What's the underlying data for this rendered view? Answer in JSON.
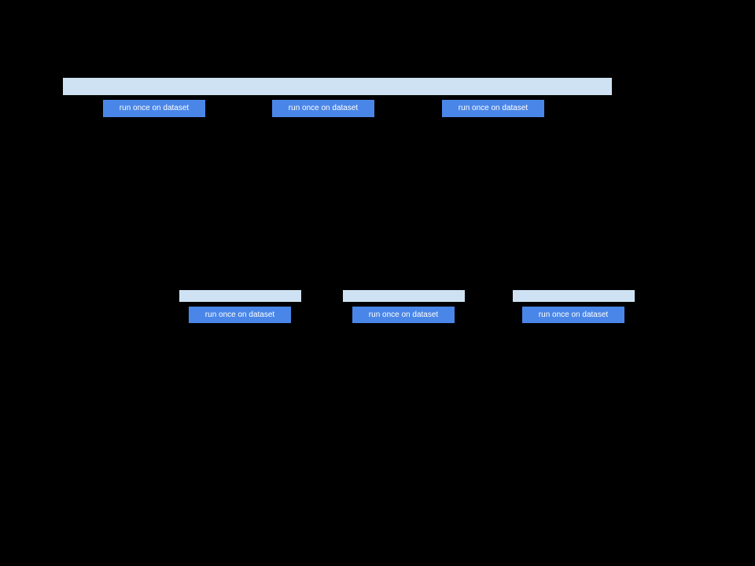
{
  "colors": {
    "background": "#000000",
    "bar": "#cfe2f3",
    "button": "#4a86e8",
    "button_text": "#ffffff"
  },
  "top": {
    "buttons": [
      {
        "label": "run once on dataset"
      },
      {
        "label": "run once on dataset"
      },
      {
        "label": "run once on dataset"
      }
    ]
  },
  "middle": {
    "groups": [
      {
        "button_label": "run once on dataset"
      },
      {
        "button_label": "run once on dataset"
      },
      {
        "button_label": "run once on dataset"
      }
    ]
  }
}
